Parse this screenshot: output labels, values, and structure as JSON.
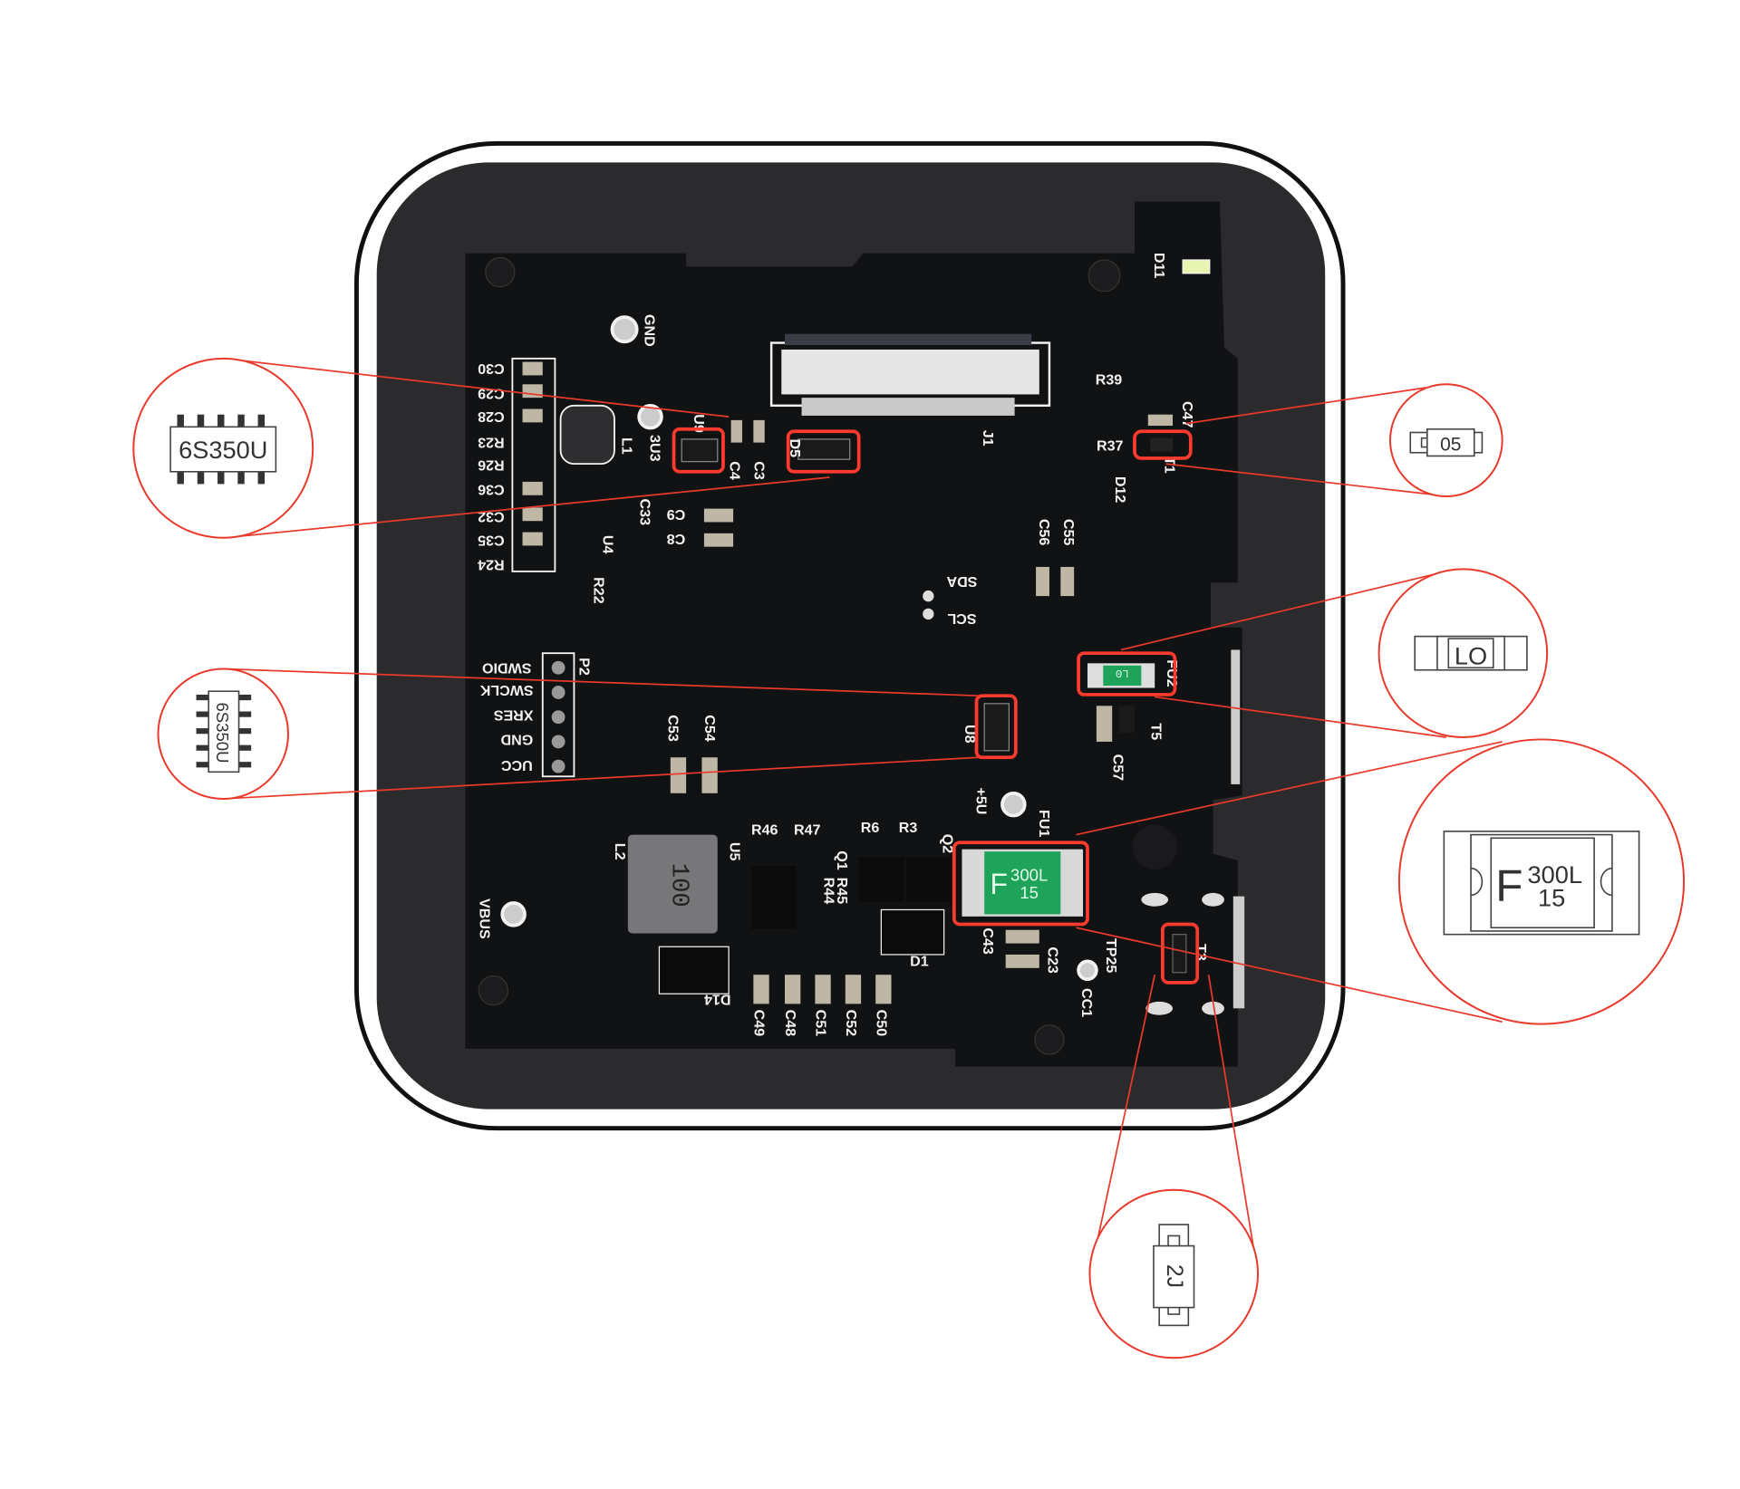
{
  "title": "PCB component callout diagram",
  "colors": {
    "highlight": "#e8392c",
    "board": "#111214",
    "panel": "#2b2b2d",
    "fuse_green": "#1fa35a"
  },
  "callouts": [
    {
      "id": "ic-horizontal",
      "label": "6S350U"
    },
    {
      "id": "ic-vertical",
      "label": "6S350U"
    },
    {
      "id": "component-05",
      "label": "05"
    },
    {
      "id": "fuse-small",
      "label": "LO"
    },
    {
      "id": "fuse-large",
      "label_main": "F",
      "label_top": "300L",
      "label_bottom": "15"
    },
    {
      "id": "transistor-2j",
      "label": "2J"
    }
  ],
  "board_markings": {
    "fuse_large_top": "300L",
    "fuse_large_bottom": "15",
    "fuse_large_letter": "F",
    "fuse_small": "L0",
    "inductor_l2": "100"
  },
  "silkscreen": [
    "C30",
    "C29",
    "C28",
    "R23",
    "R26",
    "C36",
    "C32",
    "C35",
    "R24",
    "GND",
    "3U3",
    "L1",
    "C4",
    "C3",
    "D5",
    "J1",
    "C9",
    "C8",
    "C33",
    "U4",
    "R22",
    "SDA",
    "SCL",
    "C56",
    "C55",
    "R39",
    "R37",
    "C47",
    "T1",
    "D12",
    "D11",
    "SWDIO",
    "SWCLK",
    "XRES",
    "GND",
    "UCC",
    "P2",
    "C53",
    "C54",
    "U8",
    "T5",
    "FU2",
    "C57",
    "+5U",
    "FU1",
    "R46",
    "R47",
    "R6",
    "R3",
    "L2",
    "U5",
    "VBUS",
    "D14",
    "C49",
    "C48",
    "C51",
    "C52",
    "C50",
    "D1",
    "C43",
    "C23",
    "TP25",
    "CC1",
    "T3",
    "U9",
    "Q1",
    "Q2",
    "R44",
    "R45"
  ]
}
